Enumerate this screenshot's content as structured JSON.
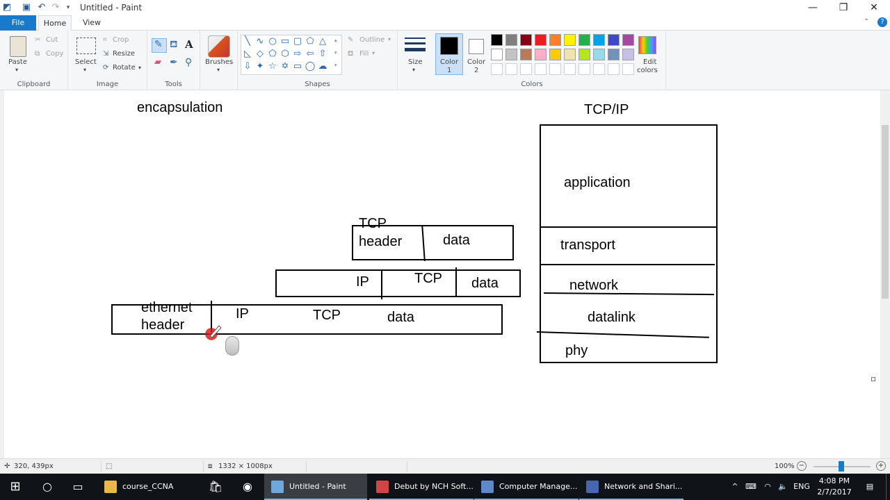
{
  "window": {
    "title": "Untitled - Paint",
    "minimize_glyph": "—",
    "restore_glyph": "❐",
    "close_glyph": "✕"
  },
  "tabs": {
    "file": "File",
    "home": "Home",
    "view": "View"
  },
  "ribbon": {
    "clipboard": {
      "paste": "Paste",
      "cut": "Cut",
      "copy": "Copy",
      "group": "Clipboard"
    },
    "image": {
      "select": "Select",
      "crop": "Crop",
      "resize": "Resize",
      "rotate": "Rotate",
      "group": "Image"
    },
    "tools": {
      "group": "Tools"
    },
    "brushes": {
      "label": "Brushes"
    },
    "shapes": {
      "outline": "Outline",
      "fill": "Fill",
      "group": "Shapes"
    },
    "size": {
      "label": "Size"
    },
    "color1": {
      "label": "Color",
      "num": "1"
    },
    "color2": {
      "label": "Color",
      "num": "2"
    },
    "colors": {
      "edit_line1": "Edit",
      "edit_line2": "colors",
      "group": "Colors"
    },
    "accent": "#1979ca"
  },
  "palette_row1": [
    "#000000",
    "#7f7f7f",
    "#880015",
    "#ed1c24",
    "#ff7f27",
    "#fff200",
    "#22b14c",
    "#00a2e8",
    "#3f48cc",
    "#a349a4"
  ],
  "palette_row2": [
    "#ffffff",
    "#c3c3c3",
    "#b97a57",
    "#ffaec9",
    "#ffc90e",
    "#efe4b0",
    "#b5e61d",
    "#99d9ea",
    "#7092be",
    "#c8bfe7"
  ],
  "canvas": {
    "encapsulation": "encapsulation",
    "tcpip_title": "TCP/IP",
    "layers": {
      "application": "application",
      "transport": "transport",
      "network": "network",
      "datalink": "datalink",
      "phy": "phy"
    },
    "seg1": {
      "tcp": "TCP",
      "header": "header",
      "data": "data"
    },
    "seg2": {
      "ip": "IP",
      "tcp": "TCP",
      "data": "data"
    },
    "seg3": {
      "ethernet": "ethernet",
      "header": "header",
      "ip": "IP",
      "tcp": "TCP",
      "data": "data"
    }
  },
  "status": {
    "cursor_pos": "320, 439px",
    "canvas_size": "1332 × 1008px",
    "zoom": "100%"
  },
  "taskbar": {
    "apps": [
      {
        "label": "course_CCNA",
        "color": "#e8b84a"
      },
      {
        "label": "Untitled - Paint",
        "color": "#6ea8dc"
      },
      {
        "label": "Debut by NCH Soft...",
        "color": "#d04545"
      },
      {
        "label": "Computer Manage...",
        "color": "#5f88c8"
      },
      {
        "label": "Network and Shari...",
        "color": "#4866b0"
      }
    ],
    "lang": "ENG",
    "time": "4:08 PM",
    "date": "2/7/2017"
  }
}
